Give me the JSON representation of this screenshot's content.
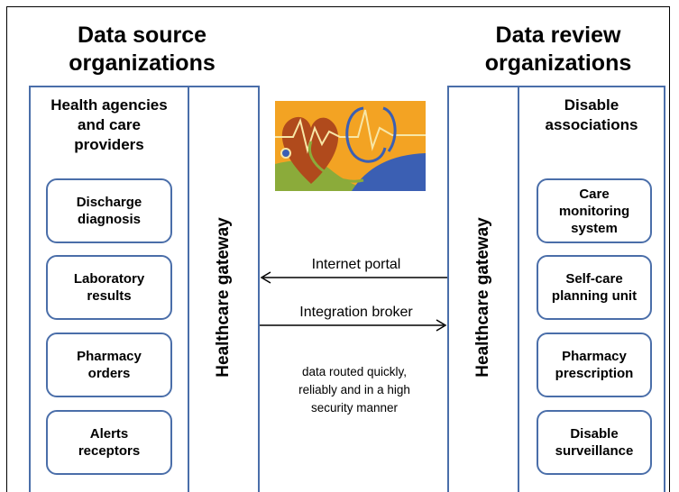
{
  "headers": {
    "left": "Data source\norganizations",
    "right": "Data review\norganizations"
  },
  "left_panel": {
    "title": "Health agencies\nand care\nproviders",
    "gateway": "Healthcare gateway",
    "nodes": [
      "Discharge\ndiagnosis",
      "Laboratory\nresults",
      "Pharmacy\norders",
      "Alerts\nreceptors"
    ]
  },
  "right_panel": {
    "title": "Disable\nassociations",
    "gateway": "Healthcare gateway",
    "nodes": [
      "Care\nmonitoring\nsystem",
      "Self-care\nplanning unit",
      "Pharmacy\nprescription",
      "Disable\nsurveillance"
    ]
  },
  "connections": {
    "top_arrow_label": "Internet portal",
    "bottom_arrow_label": "Integration broker",
    "note": "data routed quickly,\nreliably and in a high\nsecurity manner"
  },
  "colors": {
    "border": "#4a6ea9",
    "logo_orange": "#f3a323",
    "logo_blue": "#3b5fb3",
    "logo_green": "#8bab3a",
    "logo_red": "#b04a1c"
  }
}
